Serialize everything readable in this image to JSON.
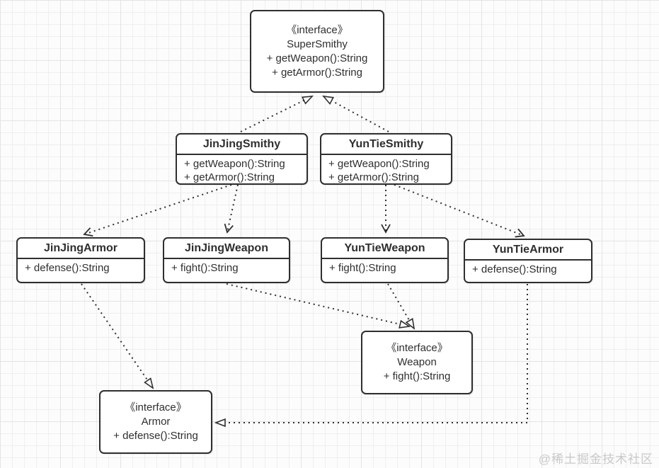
{
  "watermark": "@稀土掘金技术社区",
  "colors": {
    "box_border": "#2f2f2f",
    "box_fill": "#ffffff",
    "text": "#2f2f2f",
    "connector": "#2f2f2f",
    "watermark": "#c9c9c9"
  },
  "nodes": {
    "super_smithy": {
      "stereotype": "《interface》",
      "name": "SuperSmithy",
      "methods": [
        "+ getWeapon():String",
        "+ getArmor():String"
      ]
    },
    "jinjing_smithy": {
      "name": "JinJingSmithy",
      "methods": [
        "+ getWeapon():String",
        "+ getArmor():String"
      ]
    },
    "yuntie_smithy": {
      "name": "YunTieSmithy",
      "methods": [
        "+ getWeapon():String",
        "+ getArmor():String"
      ]
    },
    "jinjing_armor": {
      "name": "JinJingArmor",
      "methods": [
        "+ defense():String"
      ]
    },
    "jinjing_weapon": {
      "name": "JinJingWeapon",
      "methods": [
        "+ fight():String"
      ]
    },
    "yuntie_weapon": {
      "name": "YunTieWeapon",
      "methods": [
        "+ fight():String"
      ]
    },
    "yuntie_armor": {
      "name": "YunTieArmor",
      "methods": [
        "+ defense():String"
      ]
    },
    "weapon_interface": {
      "stereotype": "《interface》",
      "name": "Weapon",
      "methods": [
        "+ fight():String"
      ]
    },
    "armor_interface": {
      "stereotype": "《interface》",
      "name": "Armor",
      "methods": [
        "+ defense():String"
      ]
    }
  },
  "relations": [
    {
      "from": "JinJingSmithy",
      "to": "SuperSmithy",
      "type": "realization"
    },
    {
      "from": "YunTieSmithy",
      "to": "SuperSmithy",
      "type": "realization"
    },
    {
      "from": "JinJingSmithy",
      "to": "JinJingArmor",
      "type": "dependency"
    },
    {
      "from": "JinJingSmithy",
      "to": "JinJingWeapon",
      "type": "dependency"
    },
    {
      "from": "YunTieSmithy",
      "to": "YunTieWeapon",
      "type": "dependency"
    },
    {
      "from": "YunTieSmithy",
      "to": "YunTieArmor",
      "type": "dependency"
    },
    {
      "from": "JinJingWeapon",
      "to": "Weapon",
      "type": "realization"
    },
    {
      "from": "YunTieWeapon",
      "to": "Weapon",
      "type": "realization"
    },
    {
      "from": "JinJingArmor",
      "to": "Armor",
      "type": "realization"
    },
    {
      "from": "YunTieArmor",
      "to": "Armor",
      "type": "realization"
    }
  ]
}
